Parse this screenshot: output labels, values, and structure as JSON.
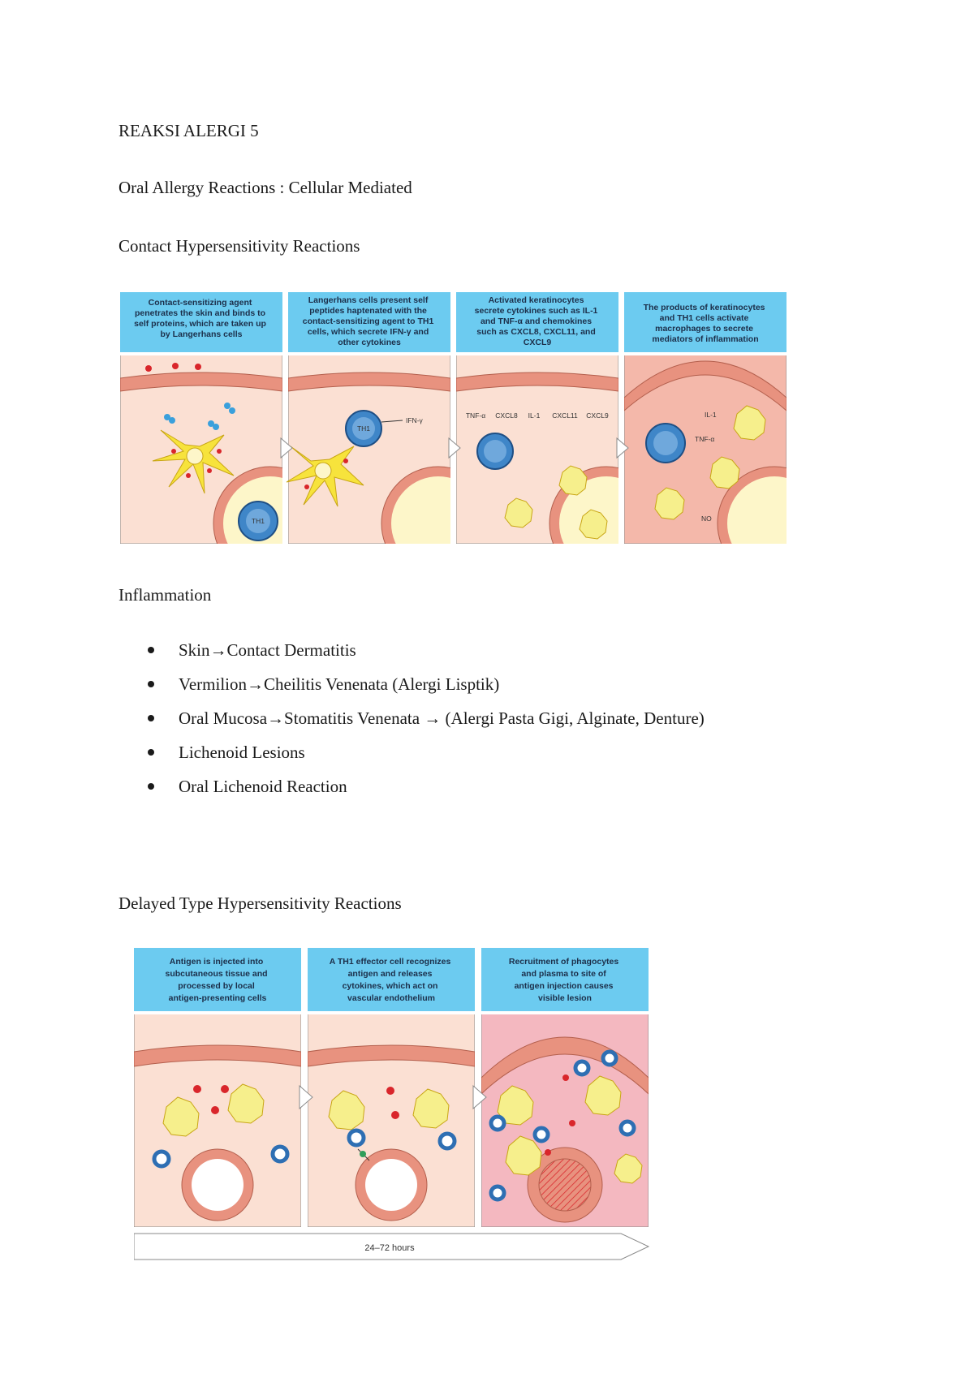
{
  "document": {
    "title": "REAKSI ALERGI 5",
    "subtitle": "Oral Allergy Reactions : Cellular Mediated",
    "section1_heading": "Contact Hypersensitivity Reactions",
    "section2_heading": "Inflammation",
    "section3_heading": "Delayed Type Hypersensitivity Reactions"
  },
  "inflammation_list": [
    "Skin→Contact Dermatitis",
    "Vermilion→Cheilitis Venenata (Alergi Lisptik)",
    "Oral Mucosa→Stomatitis Venenata → (Alergi Pasta Gigi, Alginate, Denture)",
    "Lichenoid Lesions",
    "Oral Lichenoid Reaction"
  ],
  "figure1": {
    "panels": [
      {
        "caption": [
          "Contact-sensitizing agent",
          "penetrates the skin and binds to",
          "self proteins, which are taken up",
          "by Langerhans cells"
        ]
      },
      {
        "caption": [
          "Langerhans cells present self",
          "peptides haptenated with the",
          "contact-sensitizing agent to TH1",
          "cells, which secrete IFN-γ and",
          "other cytokines"
        ]
      },
      {
        "caption": [
          "Activated keratinocytes",
          "secrete cytokines such as IL-1",
          "and TNF-α and chemokines",
          "such as CXCL8, CXCL11, and",
          "CXCL9"
        ]
      },
      {
        "caption": [
          "The products of keratinocytes",
          "and TH1 cells activate",
          "macrophages to secrete",
          "mediators of inflammation"
        ]
      }
    ],
    "labels": {
      "th1": "TH1",
      "ifn": "IFN-γ",
      "tnf": "TNF-α",
      "cxcl8": "CXCL8",
      "il1": "IL-1",
      "cxcl11": "CXCL11",
      "cxcl9": "CXCL9",
      "no": "NO"
    }
  },
  "figure2": {
    "panels": [
      {
        "caption": [
          "Antigen is injected into",
          "subcutaneous tissue and",
          "processed by local",
          "antigen-presenting cells"
        ]
      },
      {
        "caption": [
          "A TH1 effector cell recognizes",
          "antigen and releases",
          "cytokines, which act on",
          "vascular endothelium"
        ]
      },
      {
        "caption": [
          "Recruitment of phagocytes",
          "and plasma to site of",
          "antigen injection causes",
          "visible lesion"
        ]
      }
    ],
    "timeline": "24–72 hours"
  },
  "colors": {
    "caption_bg": "#6ccbf0",
    "tissue": "#fbe0d3",
    "epithelium": "#e8927f",
    "macrophage": "#f6ef8c",
    "tcell": "#3f86c8",
    "antigen": "#d9262b"
  }
}
